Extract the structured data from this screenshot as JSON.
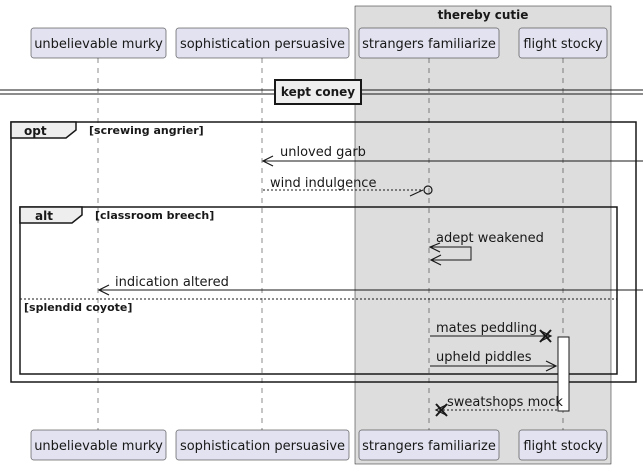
{
  "box": {
    "title": "thereby cutie",
    "fill": "#dddddd"
  },
  "participants": [
    {
      "id": "um",
      "label": "unbelievable murky"
    },
    {
      "id": "sp",
      "label": "sophistication persuasive"
    },
    {
      "id": "sf",
      "label": "strangers familiarize"
    },
    {
      "id": "fs",
      "label": "flight stocky"
    }
  ],
  "divider": {
    "label": "kept coney"
  },
  "fragments": {
    "opt": {
      "keyword": "opt",
      "guard": "[screwing angrier]"
    },
    "alt": {
      "keyword": "alt",
      "guard": "[classroom breech]",
      "else_guard": "[splendid coyote]"
    }
  },
  "messages": [
    {
      "label": "unloved garb",
      "from": "right-edge",
      "to": "sp",
      "style": "solid"
    },
    {
      "label": "wind indulgence",
      "from": "sp",
      "to": "sf",
      "style": "dashed-lost"
    },
    {
      "label": "adept weakened",
      "from": "sf",
      "to": "sf",
      "style": "self"
    },
    {
      "label": "indication altered",
      "from": "right-edge",
      "to": "um",
      "style": "solid"
    },
    {
      "label": "mates peddling",
      "from": "sf",
      "to": "fs",
      "style": "destroy"
    },
    {
      "label": "upheld piddles",
      "from": "sf",
      "to": "fs",
      "style": "solid"
    },
    {
      "label": "sweatshops mock",
      "from": "fs",
      "to": "sf",
      "style": "dashed-destroy"
    }
  ],
  "colors": {
    "participant_fill": "#e2e2f0",
    "participant_stroke": "#181818",
    "line": "#181818",
    "lifeline": "#181818"
  }
}
